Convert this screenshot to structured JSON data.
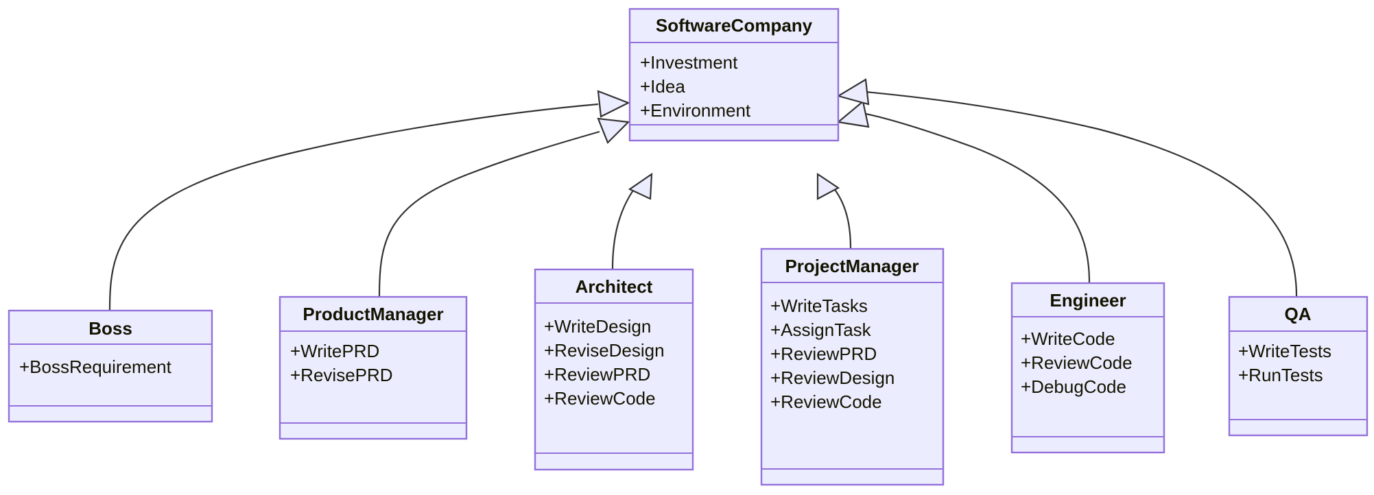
{
  "diagram": {
    "type": "uml-class-diagram",
    "title": "",
    "background_color": "#FFFFFF",
    "node_fill_color": "#ECECFF",
    "node_border_color": "#9370DB",
    "edge_color": "#333333",
    "text_color": "#131300",
    "relationship_type": "inheritance",
    "classes": [
      {
        "id": "softwarecompany",
        "name": "SoftwareCompany",
        "attributes": [
          "+Investment",
          "+Idea",
          "+Environment"
        ],
        "methods": []
      },
      {
        "id": "boss",
        "name": "Boss",
        "attributes": [
          "+BossRequirement"
        ],
        "methods": []
      },
      {
        "id": "productmanager",
        "name": "ProductManager",
        "attributes": [
          "+WritePRD",
          "+RevisePRD"
        ],
        "methods": []
      },
      {
        "id": "architect",
        "name": "Architect",
        "attributes": [
          "+WriteDesign",
          "+ReviseDesign",
          "+ReviewPRD",
          "+ReviewCode"
        ],
        "methods": []
      },
      {
        "id": "projectmanager",
        "name": "ProjectManager",
        "attributes": [
          "+WriteTasks",
          "+AssignTask",
          "+ReviewPRD",
          "+ReviewDesign",
          "+ReviewCode"
        ],
        "methods": []
      },
      {
        "id": "engineer",
        "name": "Engineer",
        "attributes": [
          "+WriteCode",
          "+ReviewCode",
          "+DebugCode"
        ],
        "methods": []
      },
      {
        "id": "qa",
        "name": "QA",
        "attributes": [
          "+WriteTests",
          "+RunTests"
        ],
        "methods": []
      }
    ],
    "relationships": [
      {
        "from": "boss",
        "to": "softwarecompany",
        "kind": "inheritance"
      },
      {
        "from": "productmanager",
        "to": "softwarecompany",
        "kind": "inheritance"
      },
      {
        "from": "architect",
        "to": "softwarecompany",
        "kind": "inheritance"
      },
      {
        "from": "projectmanager",
        "to": "softwarecompany",
        "kind": "inheritance"
      },
      {
        "from": "engineer",
        "to": "softwarecompany",
        "kind": "inheritance"
      },
      {
        "from": "qa",
        "to": "softwarecompany",
        "kind": "inheritance"
      }
    ]
  }
}
